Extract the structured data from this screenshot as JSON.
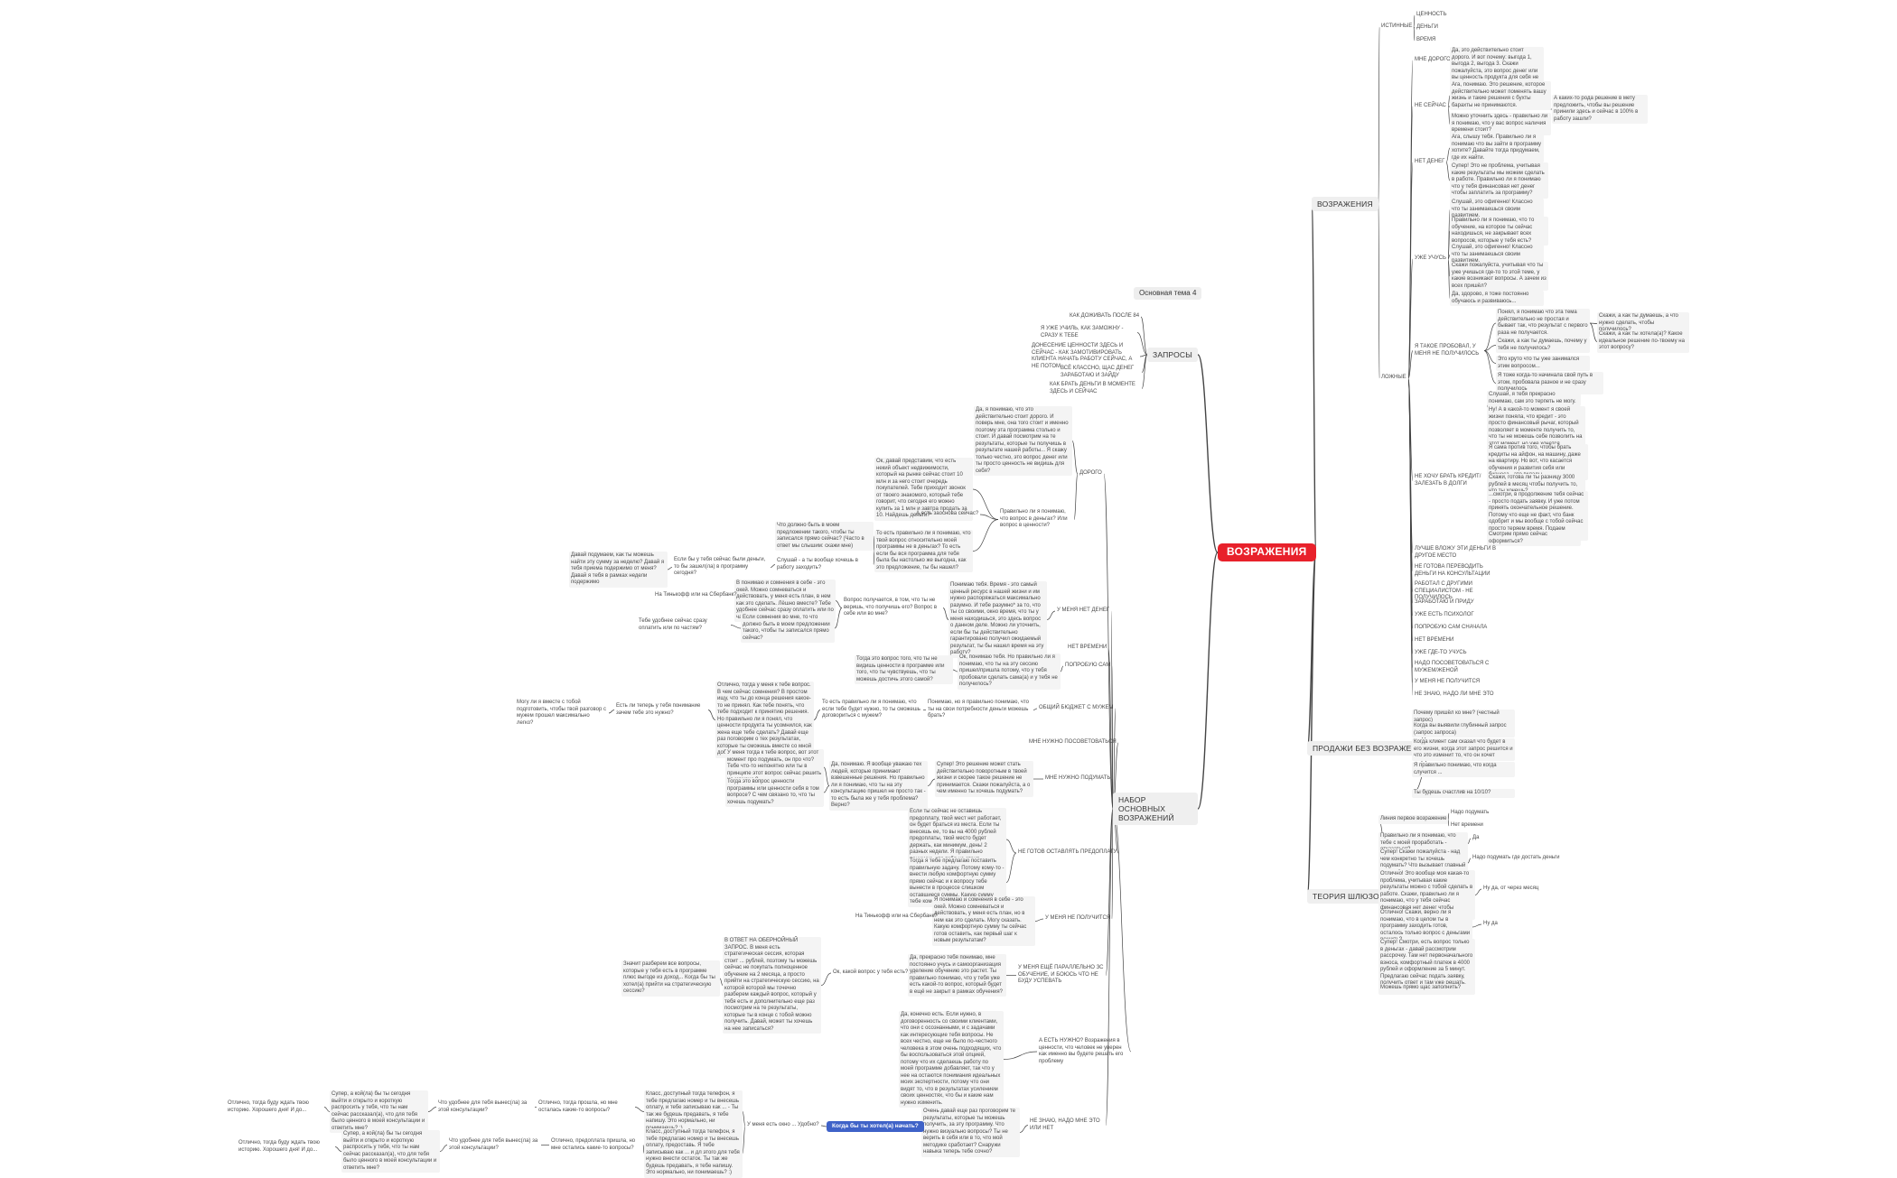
{
  "colors": {
    "root": "#e8212b",
    "line": "#444444",
    "pill": "#3f62c8",
    "box": "#f4f4f4",
    "branch": "#efefef"
  },
  "map": {
    "root": "ВОЗРАЖЕНИЯ",
    "floating_topic": "Основная тема 4",
    "nodes": [
      {
        "id": "objections",
        "text": "ВОЗРАЖЕНИЯ"
      },
      {
        "id": "true_obj",
        "text": "ИСТИННЫЕ"
      },
      {
        "id": "t1",
        "text": "ЦЕННОСТЬ"
      },
      {
        "id": "t2",
        "text": "ДЕНЬГИ"
      },
      {
        "id": "t3",
        "text": "ВРЕМЯ"
      },
      {
        "id": "false_obj",
        "text": "ЛОЖНЫЕ"
      },
      {
        "id": "expensive_r",
        "text": "МНЕ ДОРОГО"
      },
      {
        "id": "expensive_r_a",
        "text": "Да, это действительно стоит дорого. И вот почему: выгода 1, выгода 2, выгода 3. Скажи пожалуйста, это вопрос денег или вы ценность продукта для себя не увидели?"
      },
      {
        "id": "notnow",
        "text": "НЕ СЕЙЧАС"
      },
      {
        "id": "notnow_a1",
        "text": "Ага, понимаю. Это решение, которое действительно может поменять вашу жизнь и такие решения с бухты барахты не принимаются."
      },
      {
        "id": "notnow_a2",
        "text": "Можно уточнить здесь - правильно ли я понимаю, что у вас вопрос наличия времени стоит?"
      },
      {
        "id": "notnow_a3",
        "text": "А каких-то рода решение в мету предложить, чтобы вы решение принили здесь и сейчас в 100% в работу зашли?"
      },
      {
        "id": "nomoney",
        "text": "НЕТ ДЕНЕГ"
      },
      {
        "id": "nomoney_a1",
        "text": "Ага, слышу тебя. Правильно ли я понимаю что вы зайти в программу хотите? Давайте тогда придумаем, где их найти."
      },
      {
        "id": "nomoney_a2",
        "text": "Супер! Это не проблема, учитывая какие результаты мы можем сделать в работе. Правильно ли я понимаю что у тебя финансовая нет денег чтобы заплатить за программу?"
      },
      {
        "id": "studying",
        "text": "УЖЕ УЧУСЬ"
      },
      {
        "id": "studying_a1",
        "text": "Слушай, это офигенно! Классно что ты занимаешься своим развитием."
      },
      {
        "id": "studying_a2",
        "text": "Правильно ли я понимаю, что то обучение, на которое ты сейчас находишься, не закрывает всех вопросов, которые у тебя есть?"
      },
      {
        "id": "studying_a3",
        "text": "Слушай, это офигенно! Классно что ты занимаешься своим развитием."
      },
      {
        "id": "studying_a4",
        "text": "Скажи пожалуйста, учитывая что ты уже учишься где-то то этой теме, у какие возникают вопросы. А зачем из всех пришёл?"
      },
      {
        "id": "studying_a5",
        "text": "Да, здорово, я тоже постоянно обучаюсь и развиваюсь..."
      },
      {
        "id": "tried",
        "text": "Я ТАКОЕ ПРОБОВАЛ, У МЕНЯ НЕ ПОЛУЧИЛОСЬ"
      },
      {
        "id": "tried_a1",
        "text": "Понял, я понимаю что эта тема действительно не простая и бывает так, что результат с первого раза не получается."
      },
      {
        "id": "tried_a2",
        "text": "Скажи, а как ты думаешь, а что нужно сделать, чтобы получилось?"
      },
      {
        "id": "tried_a3",
        "text": "Скажи, а как ты думаешь, почему у тебя не получилось?"
      },
      {
        "id": "tried_a4",
        "text": "Скажи, а как ты хотела(а)? Какое идеальное решение по-твоему на этот вопросу?"
      },
      {
        "id": "tried_a5",
        "text": "Это круто что ты уже занимался этим вопросом..."
      },
      {
        "id": "tried_a6",
        "text": "Я тоже когда-то начинала свой путь в этом, пробовала разное и не сразу получилось"
      },
      {
        "id": "credit",
        "text": "НЕ ХОЧУ БРАТЬ КРЕДИТ/ЗАЛЕЗАТЬ В ДОЛГИ"
      },
      {
        "id": "credit_a1",
        "text": "Слушай, я тебя прекрасно понимаю, сам это терпеть не могу."
      },
      {
        "id": "credit_a2",
        "text": "Ну! А в какой-то момент я своей жизни поняла, что кредит - это просто финансовый рычаг, который позволяет в моменте получить то, что ты не можешь себе позволить на этот момент, но уже хочется."
      },
      {
        "id": "credit_a3",
        "text": "Я сама против того, чтобы брать кредиты на айфон, на машину, даже на квартиру. Но вот, что касается обучения и развития себя или бизнеса - это вклады."
      },
      {
        "id": "credit_a4",
        "text": "Скажи, готова ли ты разницу 3000 рублей в месяц чтобы получить то, что ты хочешь?"
      },
      {
        "id": "credit_a5",
        "text": "...смотри, в продолжение тебя сейчас - просто подать заявку. И уже потом принять окончательное решение. Потому что еще не факт, что банк одобрит и мы вообще с тобой сейчас просто теряем время. Подаем сначала?"
      },
      {
        "id": "credit_a6",
        "text": "Смотрим прямо сейчас оформиться?"
      },
      {
        "id": "f1",
        "text": "ЛУЧШЕ ВЛОЖУ ЭТИ ДЕНЬГИ В ДРУГОЕ МЕСТО"
      },
      {
        "id": "f2",
        "text": "НЕ ГОТОВА ПЕРЕВОДИТЬ ДЕНЬГИ НА КОНСУЛЬТАЦИИ"
      },
      {
        "id": "f3",
        "text": "РАБОТАЛ С ДРУГИМИ СПЕЦИАЛИСТОМ - НЕ ПОЛУЧИЛОСЬ"
      },
      {
        "id": "f4",
        "text": "ЗАРАБОТАЮ И ПРИДУ"
      },
      {
        "id": "f5",
        "text": "УЖЕ ЕСТЬ ПСИХОЛОГ"
      },
      {
        "id": "f6",
        "text": "ПОПРОБУЮ САМ СНАЧАЛА"
      },
      {
        "id": "f7",
        "text": "НЕТ ВРЕМЕНИ"
      },
      {
        "id": "f8",
        "text": "УЖЕ ГДЕ-ТО УЧУСЬ"
      },
      {
        "id": "f9",
        "text": "НАДО ПОСОВЕТОВАТЬСЯ С МУЖЕМ/ЖЕНОЙ"
      },
      {
        "id": "f10",
        "text": "У МЕНЯ НЕ ПОЛУЧИТСЯ"
      },
      {
        "id": "f11",
        "text": "НЕ ЗНАЮ, НАДО ЛИ МНЕ ЭТО"
      },
      {
        "id": "queries",
        "text": "ЗАПРОСЫ"
      },
      {
        "id": "q1",
        "text": "КАК ДОЖИВАТЬ ПОСЛЕ 84"
      },
      {
        "id": "q2",
        "text": "Я УЖЕ УЧИЛЬ, КАК ЗАМОЖНУ - СРАЗУ К ТЕБЕ"
      },
      {
        "id": "q3",
        "text": "ДОНЕСЕНИЕ ЦЕННОСТИ ЗДЕСЬ И СЕЙЧАС - КАК ЗАМОТИВИРОВАТЬ КЛИЕНТА НАЧАТЬ РАБОТУ СЕЙЧАС, А НЕ ПОТОМ"
      },
      {
        "id": "q4",
        "text": "ВСЁ КЛАССНО, ЩАС ДЕНЕГ ЗАРАБОТАЮ И ЗАЙДУ"
      },
      {
        "id": "q5",
        "text": "КАК БРАТЬ ДЕНЬГИ В МОМЕНТЕ ЗДЕСЬ И СЕЙЧАС"
      },
      {
        "id": "sales",
        "text": "ПРОДАЖИ БЕЗ ВОЗРАЖЕНИЙ"
      },
      {
        "id": "s1",
        "text": "Почему пришёл ко мне? (честный запрос)"
      },
      {
        "id": "s2",
        "text": "Когда вы выявили глубинный запрос (запрос запроса)"
      },
      {
        "id": "s3",
        "text": "Когда клиент сам сказал что будет в его жизни, когда этот запрос решится и что это изменит то, что он хочет"
      },
      {
        "id": "s4",
        "text": "Я правильно понимаю, что когда случится ..."
      },
      {
        "id": "s5",
        "text": "Ты будешь счастлив на 10/10?"
      },
      {
        "id": "gateways",
        "text": "ТЕОРИЯ ШЛЮЗОВ"
      },
      {
        "id": "g1",
        "text": "Линия первое возражение"
      },
      {
        "id": "g1a",
        "text": "Надо подумать"
      },
      {
        "id": "g1b",
        "text": "Нет времени"
      },
      {
        "id": "g2",
        "text": "Правильно ли я понимаю, что тебе с моей проработать - отказаться?"
      },
      {
        "id": "g2a",
        "text": "Да"
      },
      {
        "id": "g3",
        "text": "Супер! Скажи пожалуйста - над чем конкретно ты хочешь подумать? Что вызывает главный вопрос?"
      },
      {
        "id": "g3a",
        "text": "Надо подумать где достать деньги"
      },
      {
        "id": "g4",
        "text": "Отлично! Это вообще моя какая-то проблема, учитывая какие результаты можно с тобой сделать в работе. Скажи, правильно ли я понимаю, что у тебя сейчас финансовая нет денег чтобы заплатить за программу?"
      },
      {
        "id": "g4a",
        "text": "Ну да, от через месяц"
      },
      {
        "id": "g5",
        "text": "Отлично! Скажи, верно ли я понимаю, что в целом ты в программу заходить готов, осталось только вопрос с деньгами решить?"
      },
      {
        "id": "g5a",
        "text": "Ну да"
      },
      {
        "id": "g6",
        "text": "Супер! Смотри, есть вопрос только в деньгах - давай рассмотрим рассрочку. Там нет первоначального взноса, комфортный платеж в 4000 рублей и оформление за 5 минут. Предлагаю сейчас подать заявку, получить ответ и там уже решать. Заключим сегодня?"
      },
      {
        "id": "g7",
        "text": "Можешь прямо щас заполнить?"
      },
      {
        "id": "main_set",
        "text": "НАБОР ОСНОВНЫХ ВОЗРАЖЕНИЙ"
      },
      {
        "id": "expensive",
        "text": "ДОРОГО"
      },
      {
        "id": "exp_a1",
        "text": "Да, я понимаю, что это действительно стоит дорого. И поверь мне, она того стоит и именно поэтому эта программа столько и стоит. И давай посмотрим на те результаты, которые ты получишь в результате нашей работы... Я скажу только честно, это вопрос денег или ты просто ценность не видишь для себя?"
      },
      {
        "id": "exp_a2",
        "text": "Ок, давай представим, что есть некий объект недвижимости, который на рынке сейчас стоит 10 млн и за него стоит очередь покупателей. Тебе приходит звонок от твоего знакомого, который тебе говорит, что сегодня его можно купить за 1 млн и завтра продать за 10. Найдешь деньги?"
      },
      {
        "id": "exp_a3",
        "text": "А есть заоснова сейчас?"
      },
      {
        "id": "exp_a4",
        "text": "Правильно ли я понимаю, что вопрос в деньгах? Или вопрос в ценности?"
      },
      {
        "id": "exp_a5",
        "text": "То есть правильно ли я понимаю, что твой вопрос относительно моей программы не в деньгах? То есть если бы вся программа для тебя была бы настолько же выгодна, как это предложение, ты бы нашел?"
      },
      {
        "id": "exp_a6",
        "text": "Что должно быть в моем предложении такого, чтобы ты записался прямо сейчас? (Часто в ответ мы слышим: скажи мне)"
      },
      {
        "id": "exp_a7",
        "text": "Слушай - а ты вообще хочешь в работу заходить?"
      },
      {
        "id": "exp_a8",
        "text": "Если бы у тебя сейчас были деньги, то бы зашел(ла) в программу сегодня?"
      },
      {
        "id": "exp_a9",
        "text": "Давай подумаем, как ты можешь найти эту сумму за неделю? Давай я тебя приема подержимо от меня? Давай я тебя в рамках недели подержимо"
      },
      {
        "id": "nomoney2",
        "text": "У МЕНЯ НЕТ ДЕНЕГ"
      },
      {
        "id": "nm_a1",
        "text": "Понимаю тебя. Время - это самый ценный ресурс в нашей жизни и им нужно распоряжаться максимально разумно. И тебе разумно* за то, что ты со своими, окно время, что ты у меня находишься, это здесь вопрос о данном деле. Можно ли уточнить, если бы ты действительно гарантировано получил ожидаемый результат, ты бы нашел время на эту работу?"
      },
      {
        "id": "nm_a2",
        "text": "Вопрос получается, в том, что ты не веришь, что получишь его? Вопрос в себе или во мне?"
      },
      {
        "id": "nm_a3",
        "text": "В понимаю и сомнения в себе - это окей. Можно сомневаться и действовать, у меня есть план, в нем как это сделать. Лёшно вместе? Тебе удобнее сейчас сразу оплатить или по частям?"
      },
      {
        "id": "nm_a4",
        "text": "Если сомнения во мне, то что должно быть в моем предложении такого, чтобы ты записался прямо сейчас?"
      },
      {
        "id": "nm_a5",
        "text": "На Тинькофф или на Сбербанк?"
      },
      {
        "id": "nm_a6",
        "text": "Тебе удобнее сейчас сразу оплатить или по частям?"
      },
      {
        "id": "notime2",
        "text": "НЕТ ВРЕМЕНИ"
      },
      {
        "id": "self",
        "text": "ПОПРОБУЮ САМ"
      },
      {
        "id": "self_a1",
        "text": "Ок, понимаю тебя. Но правильно ли я понимаю, что ты на эту сессию пришел/пришла потому, что у тебя пробовали сделать сама(а) и у тебя не получилось?"
      },
      {
        "id": "self_a2",
        "text": "Тогда это вопрос того, что ты не видишь ценности в программе или того, что ты чувствуешь, что ты можешь достичь этого самой?"
      },
      {
        "id": "husband",
        "text": "ОБЩИЙ БЮДЖЕТ С МУЖЕМ"
      },
      {
        "id": "h_a1",
        "text": "Понимаю, но я правильно понимаю, что ты на свои потребности деньги можешь брать?"
      },
      {
        "id": "h_a2",
        "text": "То есть правильно ли я понимаю, что если тебе будет нужно, то ты сможешь договориться с мужем?"
      },
      {
        "id": "h_a3",
        "text": "Отлично, тогда у меня к тебе вопрос. В чем сейчас сомнения? В простом ищу, что ты до конца решения какое-то не принял. Как тебе понять, что тебе подходит к принятию решения. Но правильно ли я понял, что ценности продукта ты усомнился, как жена еще тебе сделать? Давай еще раз поговорим о тех результатах, которые ты сможешь вместе со мной добиться"
      },
      {
        "id": "h_a4",
        "text": "Есть ли теперь у тебя понимание зачем тебе это нужно?"
      },
      {
        "id": "h_a5",
        "text": "Могу ли я вместе с тобой подготовить, чтобы твой разговор с мужем прошел максимально легко?"
      },
      {
        "id": "consult",
        "text": "МНЕ НУЖНО ПОСОВЕТОВАТЬСЯ"
      },
      {
        "id": "think",
        "text": "МНЕ НУЖНО ПОДУМАТЬ"
      },
      {
        "id": "think_a1",
        "text": "Супер! Это решение может стать действительно поворотным в твоей жизни и скорее такое решение не принимается. Скажи пожалуйста, а о чем именно ты хочешь подумать?"
      },
      {
        "id": "think_a2",
        "text": "Да, понимаю. Я вообще уважаю тех людей, которые принимают взвешенные решения. Но правильно ли я понимаю, что ты на эту консультацию пришел не просто так - то есть была же у тебя проблема? Верно?"
      },
      {
        "id": "think_a3",
        "text": "У меня тогда к тебе вопрос, вот этот момент про подумать, он про что? Тебе что-то непонятно или ты в принципе этот вопрос сейчас решить не можешь?"
      },
      {
        "id": "think_a4",
        "text": "Тогда это вопрос ценности программы или ценности себя в том вопросе? С чем связано то, что ты хочешь подумать?"
      },
      {
        "id": "notready",
        "text": "НЕ ГОТОВ ОСТАВЛЯТЬ ПРЕДОПЛАТУ"
      },
      {
        "id": "nr_a1",
        "text": "Если ты сейчас не оставишь предоплату, твой мест нет работает, он будет браться из места. Если ты внесешь ее, то вы на 4000 рублей предоплаты, твой место будет держать, как минимум, день! 2 разных недели. Я правильно понимаю, что тебя не стоит предоплата вопросом?"
      },
      {
        "id": "nr_a2",
        "text": "Тогда я тебе предлагаю поставить правильную задачу. Потому кому-то - внести любую комфортную сумму прямо сейчас и к вопросу тебе вынести в процессе слишком оставшиеся суммы. Какую сумму тебе комфортно внести?"
      },
      {
        "id": "wontwork",
        "text": "У МЕНЯ НЕ ПОЛУЧИТСЯ"
      },
      {
        "id": "ww_a1",
        "text": "Я понимаю и сомнения в себе - это окей. Можно сомневаться и действовать, у меня есть план, но в нем как это сделать. Могу сказать. Какую комфортную сумму ты сейчас готов оставить, как первый шаг к новым результатам?"
      },
      {
        "id": "ww_a2",
        "text": "На Тинькофф или на Сбербанк?"
      },
      {
        "id": "parallel",
        "text": "У МЕНЯ ЕЩЁ ПАРАЛЛЕЛЬНО ЗС ОБУЧЕНИЕ, И БОЮСЬ ЧТО НЕ БУДУ УСПЕВАТЬ"
      },
      {
        "id": "par_a1",
        "text": "Да, прекрасно тебя понимаю, мне постоянно учусь и самоорганизация уделение обучению это растет. Ты правильно понимаю, что у тебя уже есть какой-то вопрос, который будет в ещё не закрыт в рамках обучения?"
      },
      {
        "id": "par_a2",
        "text": "Ок, какой вопрос у тебя есть?"
      },
      {
        "id": "par_a3",
        "text": "В ОТВЕТ НА ОБЕРНОЙНЫЙ ЗАПРОС. В меня есть стратегическая сессия, которая стоит ... рублей, поэтому ты можешь сейчас не покупать полноценное обучение на 2 месяца, а просто прийти на стратегическую сессию, на которой которой мы точечно разберем каждый вопрос, который у тебя есть и дополнительно еще раз посмотрим на те результаты, которые ты в конце с тобой можно получить. Давай, может ты хочешь на нее записаться?"
      },
      {
        "id": "par_a4",
        "text": "Значит разберем все вопросы, которые у тебя есть в программе плюс выгоде из доход... Когда бы ты хотел(а) прийти на стратегическую сессию?"
      },
      {
        "id": "dontknow",
        "text": "А ЕСТЬ НУЖНО? Возражения в ценности, что человек не уверен как именно вы будете решать его проблему"
      },
      {
        "id": "dk_a1",
        "text": "Да, конечно есть. Если нужно, в договоренность со своими клиентами, что они с осознанными, и с задачами как интересующие тебя вопросы. Не всех честно, еще не было по-честного человека в этом очень подходящих, что бы воспользоваться этой опцией, потому что их сделаешь работу по моей программе добавляет, так что у нее на остаются понимания идеальных моих экспертности, потому что они видят то, что в результатах усилением своих ценностях, что бы и какие нам нужно изменить."
      },
      {
        "id": "dk2",
        "text": "НЕ ЗНАЮ, НАДО МНЕ ЭТО ИЛИ НЕТ"
      },
      {
        "id": "dk2_a1",
        "text": "Очень давай еще раз проговорим те результаты, которые ты можешь получить, за эту программу. Что нужно визуально вопросы? Ты не верить в себя или в то, что мой методике сработает? Снаружи навыка теперь тебе сочно?"
      },
      {
        "id": "when",
        "text": "Когда бы ты хотел(а) начать?"
      },
      {
        "id": "w_a1",
        "text": "У меня есть окно ... Удобно?"
      },
      {
        "id": "w_a2",
        "text": "Класс, доступный тогда телефон, я тебе предлагаю номер и ты внесешь оплату, и тебе записываю как ... - Ты так же будешь предавать, я тебе напишу. Это нормально, ни понимаешь? :)"
      },
      {
        "id": "w_a3",
        "text": "Отлично, тогда прошла, но мне осталась какие-то вопросы?"
      },
      {
        "id": "w_a4",
        "text": "Что удобнее для тебя вынес(ла) за этой консультации?"
      },
      {
        "id": "w_a5",
        "text": "Супер, а кой(ла) бы ты сегодня выйти и открыто и короткую распросить у тебя, что ты нам сейчас рассказал(а), что для тебя было ценного в моей консультации и ответить мне?"
      },
      {
        "id": "w_a6",
        "text": "Отлично, тогда буду ждать твою историю. Хорошего дня! И до..."
      },
      {
        "id": "w_a7",
        "text": "Класс, доступный тогда телефон, я тебе предлагаю номер и ты внесешь оплату, предоставь. Я тебе записываю как ... и дл этого для тебя нужно внести остаток. Ты так же будешь предавать, я тебе напишу. Это нормально, ни понимаешь? :)"
      },
      {
        "id": "w_a8",
        "text": "Отлично, предоплата пришла, но мне остались какие-то вопросы?"
      },
      {
        "id": "w_a9",
        "text": "Что удобнее для тебя вынес(ла) за этой консультации?"
      },
      {
        "id": "w_a10",
        "text": "Супер, а кой(ла) бы ты сегодня выйти и открыто и короткую распросить у тебя, что ты нам сейчас рассказал(а), что для тебя было ценного в моей консультации и ответить мне?"
      },
      {
        "id": "w_a11",
        "text": "Отлично, тогда буду ждать твою историю. Хорошего дня! И до..."
      }
    ]
  }
}
